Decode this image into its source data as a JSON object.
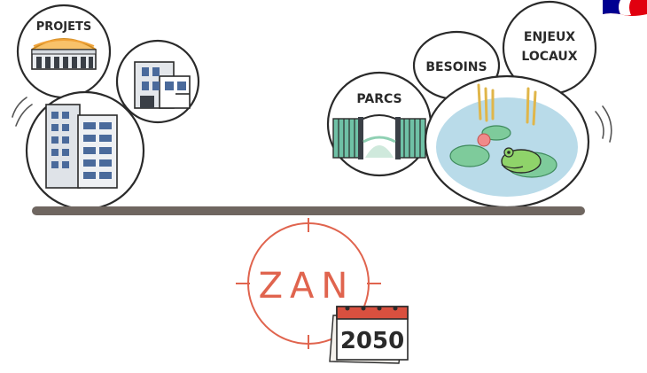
{
  "labels": {
    "projets": "PROJETS",
    "besoins": "BESOINS",
    "enjeux_line1": "ENJEUX",
    "enjeux_line2": "LOCAUX",
    "parcs": "PARCS",
    "target": "ZAN",
    "calendar_year": "2050"
  },
  "colors": {
    "beam": "#6f6660",
    "target_red": "#e0644e",
    "calendar_red": "#d9503f",
    "pond_blue": "#b9dbe9",
    "lily_green": "#7ecb9b",
    "gate_green": "#6fc1a6",
    "building_grey": "#bfc6d0",
    "stadium_orange": "#f0a33a"
  },
  "icons": [
    "republique-francaise-logo",
    "stadium-icon",
    "office-building-icon",
    "small-house-icon",
    "park-gate-icon",
    "frog-pond-icon",
    "target-icon",
    "calendar-icon"
  ]
}
